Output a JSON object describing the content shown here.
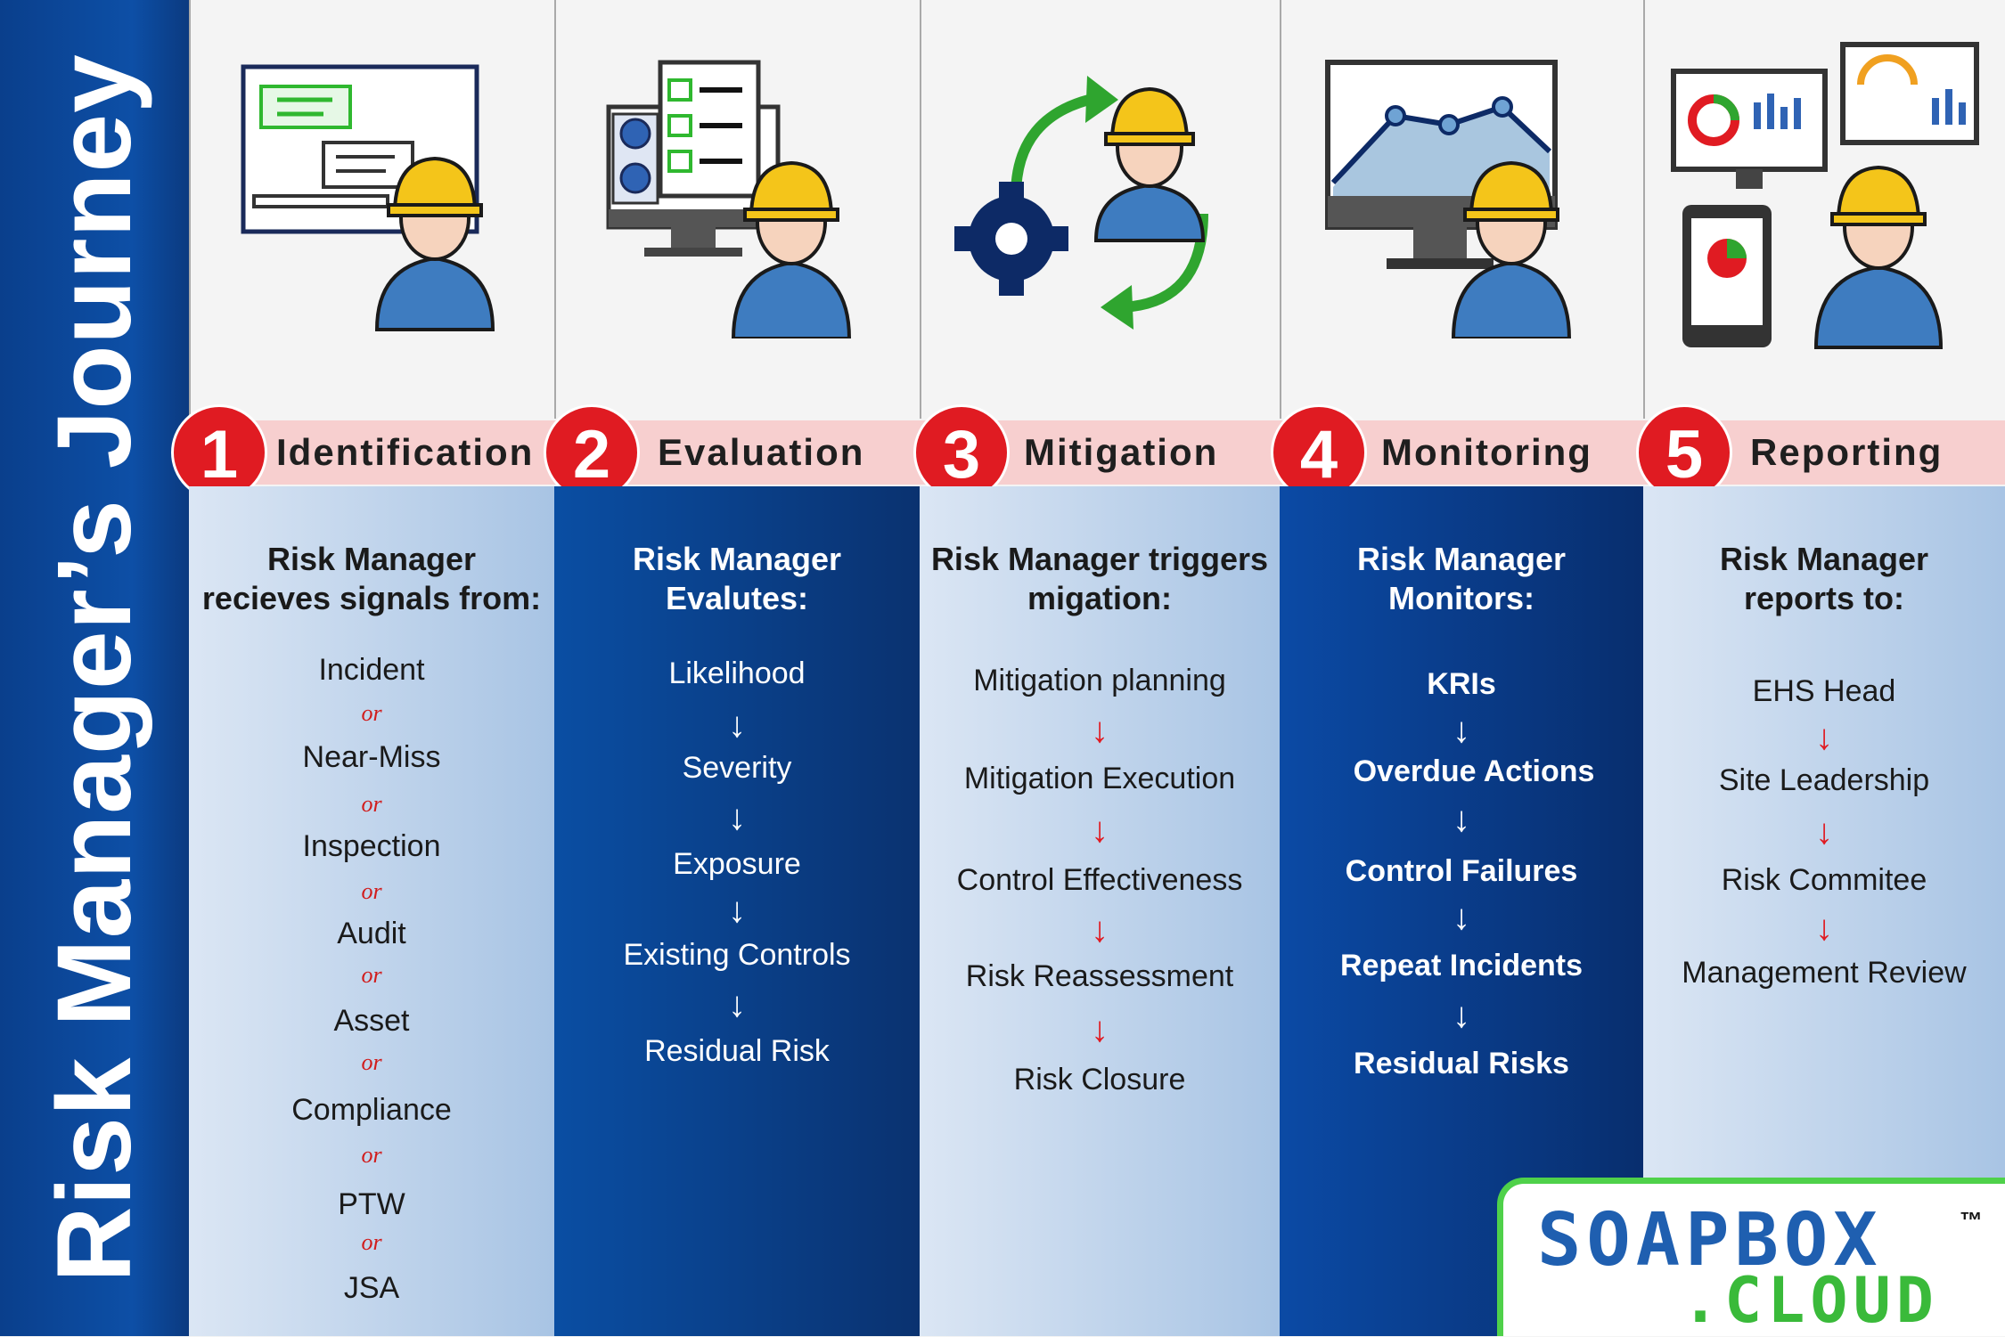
{
  "title": "Risk Manager’s Journey",
  "colors": {
    "sidebar": "#0d4fa6",
    "badge": "#e01b22",
    "band": "#f7cfcf",
    "light_col": "#a8c4e4",
    "dark_col": "#0a3270",
    "logo_border": "#4fd14a"
  },
  "steps": [
    {
      "number": "1",
      "label": "Identification",
      "icon": "engineer-at-whiteboard-icon"
    },
    {
      "number": "2",
      "label": "Evaluation",
      "icon": "engineer-with-checklist-icon"
    },
    {
      "number": "3",
      "label": "Mitigation",
      "icon": "engineer-with-gear-cycle-icon"
    },
    {
      "number": "4",
      "label": "Monitoring",
      "icon": "engineer-with-dashboard-icon"
    },
    {
      "number": "5",
      "label": "Reporting",
      "icon": "engineer-with-reports-icon"
    }
  ],
  "columns": {
    "identification": {
      "heading_line1": "Risk Manager",
      "heading_line2": "recieves signals from:",
      "items": [
        "Incident",
        "Near-Miss",
        "Inspection",
        "Audit",
        "Asset",
        "Compliance",
        "PTW",
        "JSA"
      ],
      "connector": "or"
    },
    "evaluation": {
      "heading_line1": "Risk Manager",
      "heading_line2": "Evalutes:",
      "items": [
        "Likelihood",
        "Severity",
        "Exposure",
        "Existing Controls",
        "Residual Risk"
      ],
      "arrow": "↓"
    },
    "mitigation": {
      "heading_line1": "Risk Manager triggers",
      "heading_line2": "migation:",
      "items": [
        "Mitigation planning",
        "Mitigation Execution",
        "Control Effectiveness",
        "Risk Reassessment",
        "Risk Closure"
      ],
      "arrow": "↓"
    },
    "monitoring": {
      "heading_line1": "Risk Manager",
      "heading_line2": "Monitors:",
      "items": [
        "KRIs",
        "Overdue Actions",
        "Control Failures",
        "Repeat Incidents",
        "Residual Risks"
      ],
      "arrow": "↓"
    },
    "reporting": {
      "heading_line1": "Risk Manager",
      "heading_line2": "reports to:",
      "items": [
        "EHS Head",
        "Site Leadership",
        "Risk Commitee",
        "Management Review"
      ],
      "arrow": "↓"
    }
  },
  "logo": {
    "line1": "SOAPBOX",
    "line2": ".CLOUD",
    "tm": "™"
  }
}
